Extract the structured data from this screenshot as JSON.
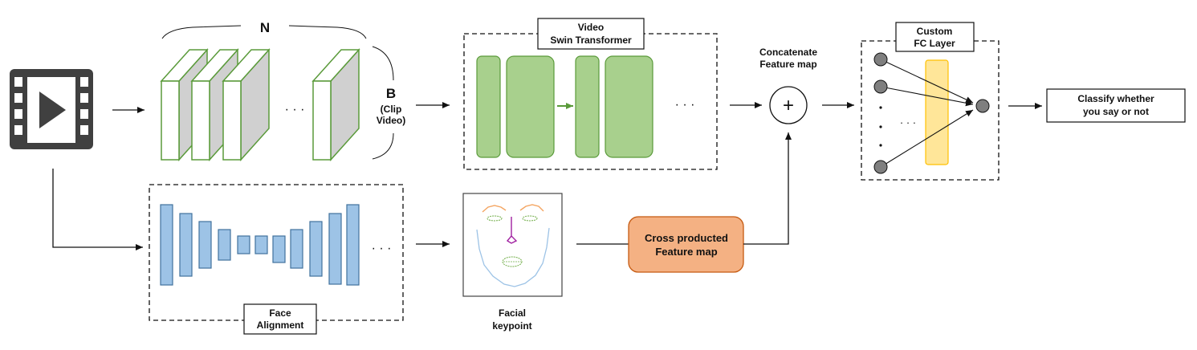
{
  "labels": {
    "n": "N",
    "b": "B",
    "b_sub_1": "(Clip",
    "b_sub_2": "Video)",
    "video_swin_1": "Video",
    "video_swin_2": "Swin Transformer",
    "concat_1": "Concatenate",
    "concat_2": "Feature map",
    "custom_fc_1": "Custom",
    "custom_fc_2": "FC Layer",
    "classify_1": "Classify whether",
    "classify_2": "you say or not",
    "face_alignment_1": "Face",
    "face_alignment_2": "Alignment",
    "facial_keypoint_1": "Facial",
    "facial_keypoint_2": "keypoint",
    "cross_product_1": "Cross producted",
    "cross_product_2": "Feature map",
    "ellipsis": "· · ·",
    "plus": "+"
  },
  "icons": {
    "video_input": "video-film-icon",
    "concat_operator": "plus-circle-icon",
    "facial_keypoint_image": "facial-keypoint-icon"
  },
  "colors": {
    "frame_border": "#5a9a3a",
    "frame_face": "#d0d0d0",
    "swin_block_fill": "#a8d08d",
    "swin_block_stroke": "#5a9a3a",
    "encoder_fill": "#9dc3e6",
    "encoder_stroke": "#41719c",
    "fc_layer_fill": "#ffe699",
    "fc_layer_stroke": "#ffc000",
    "cross_product_fill": "#f4b183",
    "cross_product_stroke": "#c55a11",
    "node_fill": "#7f7f7f",
    "video_icon": "#404040"
  }
}
